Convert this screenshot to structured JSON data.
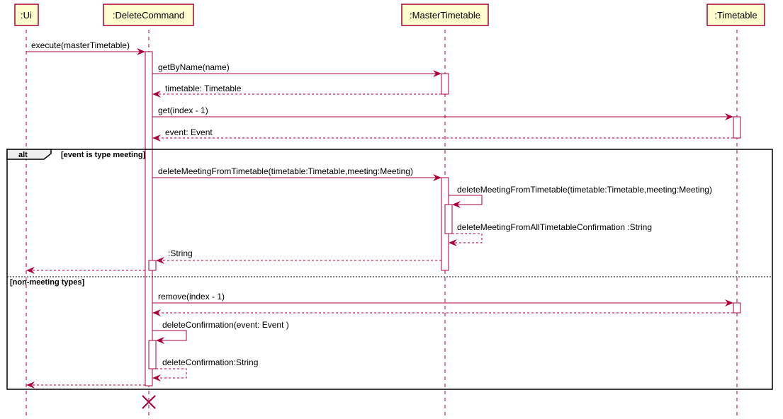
{
  "participants": {
    "ui": ":Ui",
    "delete_command": ":DeleteCommand",
    "master_timetable": ":MasterTimetable",
    "timetable": ":Timetable"
  },
  "messages": {
    "execute": "execute(masterTimetable)",
    "get_by_name": "getByName(name)",
    "timetable_return": "timetable: Timetable",
    "get": "get(index - 1)",
    "event_return": "event: Event",
    "delete_meeting_call": "deleteMeetingFromTimetable(timetable:Timetable,meeting:Meeting)",
    "delete_meeting_self": "deleteMeetingFromTimetable(timetable:Timetable,meeting:Meeting)",
    "delete_meeting_confirm": "deleteMeetingFromAllTimetableConfirmation :String",
    "string_return": ":String",
    "remove": "remove(index - 1)",
    "delete_confirmation_call": "deleteConfirmation(event: Event )",
    "delete_confirmation_return": "deleteConfirmation:String"
  },
  "fragment": {
    "operator": "alt",
    "guard_1": "[event is type meeting]",
    "guard_2": "[non-meeting types]"
  },
  "colors": {
    "participant_fill": "#FEFECE",
    "participant_border": "#A80036",
    "arrow": "#A80036",
    "lifeline": "#A80036"
  }
}
